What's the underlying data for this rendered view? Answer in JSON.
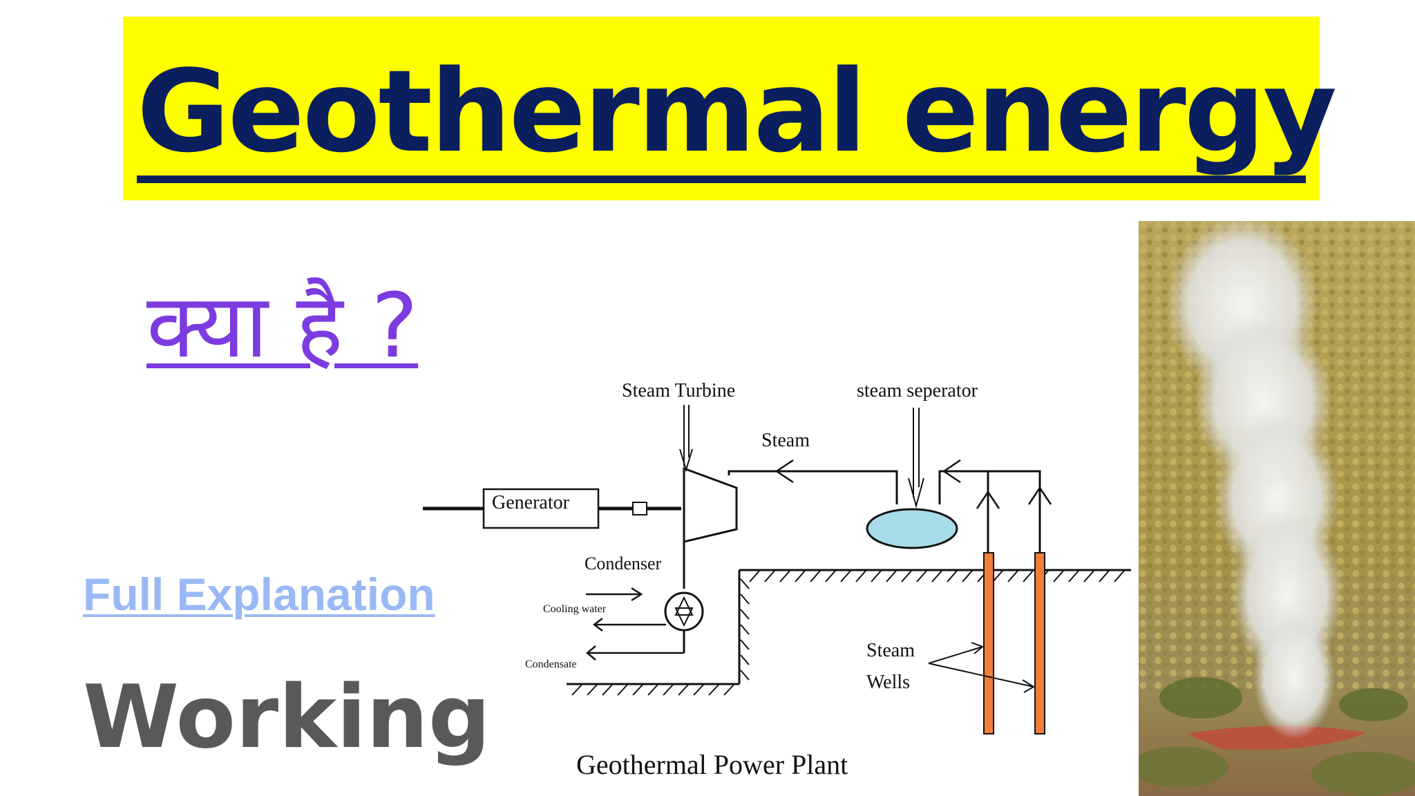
{
  "title": "Geothermal energy",
  "hindi_question": "क्या है ?",
  "full_explanation_link": "Full Explanation",
  "working_label": "Working",
  "diagram": {
    "labels": {
      "steam_turbine": "Steam Turbine",
      "steam_separator": "steam seperator",
      "steam": "Steam",
      "generator": "Generator",
      "condenser": "Condenser",
      "cooling_water": "Cooling water",
      "condensate": "Condensate",
      "steam_wells_line1": "Steam",
      "steam_wells_line2": "Wells",
      "caption": "Geothermal Power Plant"
    }
  },
  "colors": {
    "banner": "#ffff00",
    "title": "#0b1f5e",
    "hindi": "#7b3be0",
    "link": "#9ab9f4",
    "working": "#595959",
    "separator_fill": "#a8dcea",
    "wells": "#f07f3a"
  }
}
